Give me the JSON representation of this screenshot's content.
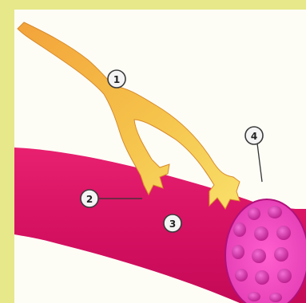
{
  "labels": [
    {
      "id": "1",
      "text": "1"
    },
    {
      "id": "2",
      "text": "2"
    },
    {
      "id": "3",
      "text": "3"
    },
    {
      "id": "4",
      "text": "4"
    }
  ],
  "colors": {
    "background": "#e6e88a",
    "panel": "#fdfdf6",
    "nerve": "#f0a93c",
    "nerve_terminal": "#f7d85a",
    "muscle": "#e0156a",
    "muscle_end": "#ff3fbf",
    "myofibril": "#cc2a9a"
  }
}
